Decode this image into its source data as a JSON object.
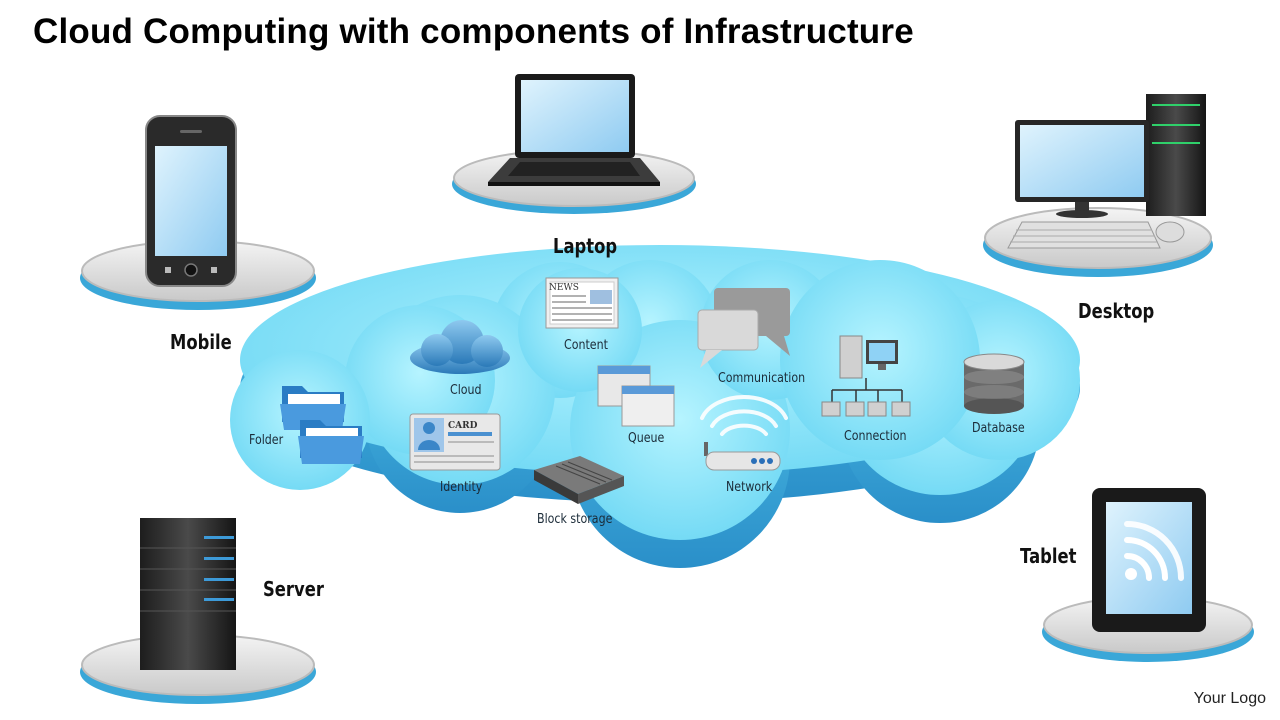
{
  "title": "Cloud Computing with components of Infrastructure",
  "devices": {
    "laptop": "Laptop",
    "mobile": "Mobile",
    "desktop": "Desktop",
    "server": "Server",
    "tablet": "Tablet"
  },
  "cloud_items": {
    "content": "Content",
    "cloud": "Cloud",
    "communication": "Communication",
    "connection": "Connection",
    "database": "Database",
    "folder": "Folder",
    "identity": "Identity",
    "queue": "Queue",
    "network": "Network",
    "block_storage": "Block storage"
  },
  "icon_text": {
    "news": "NEWS",
    "card": "CARD"
  },
  "logo": "Your Logo",
  "colors": {
    "cloud_top": "#8fe8fb",
    "cloud_side": "#3aa7d8",
    "screen": "#a9dcf7"
  }
}
